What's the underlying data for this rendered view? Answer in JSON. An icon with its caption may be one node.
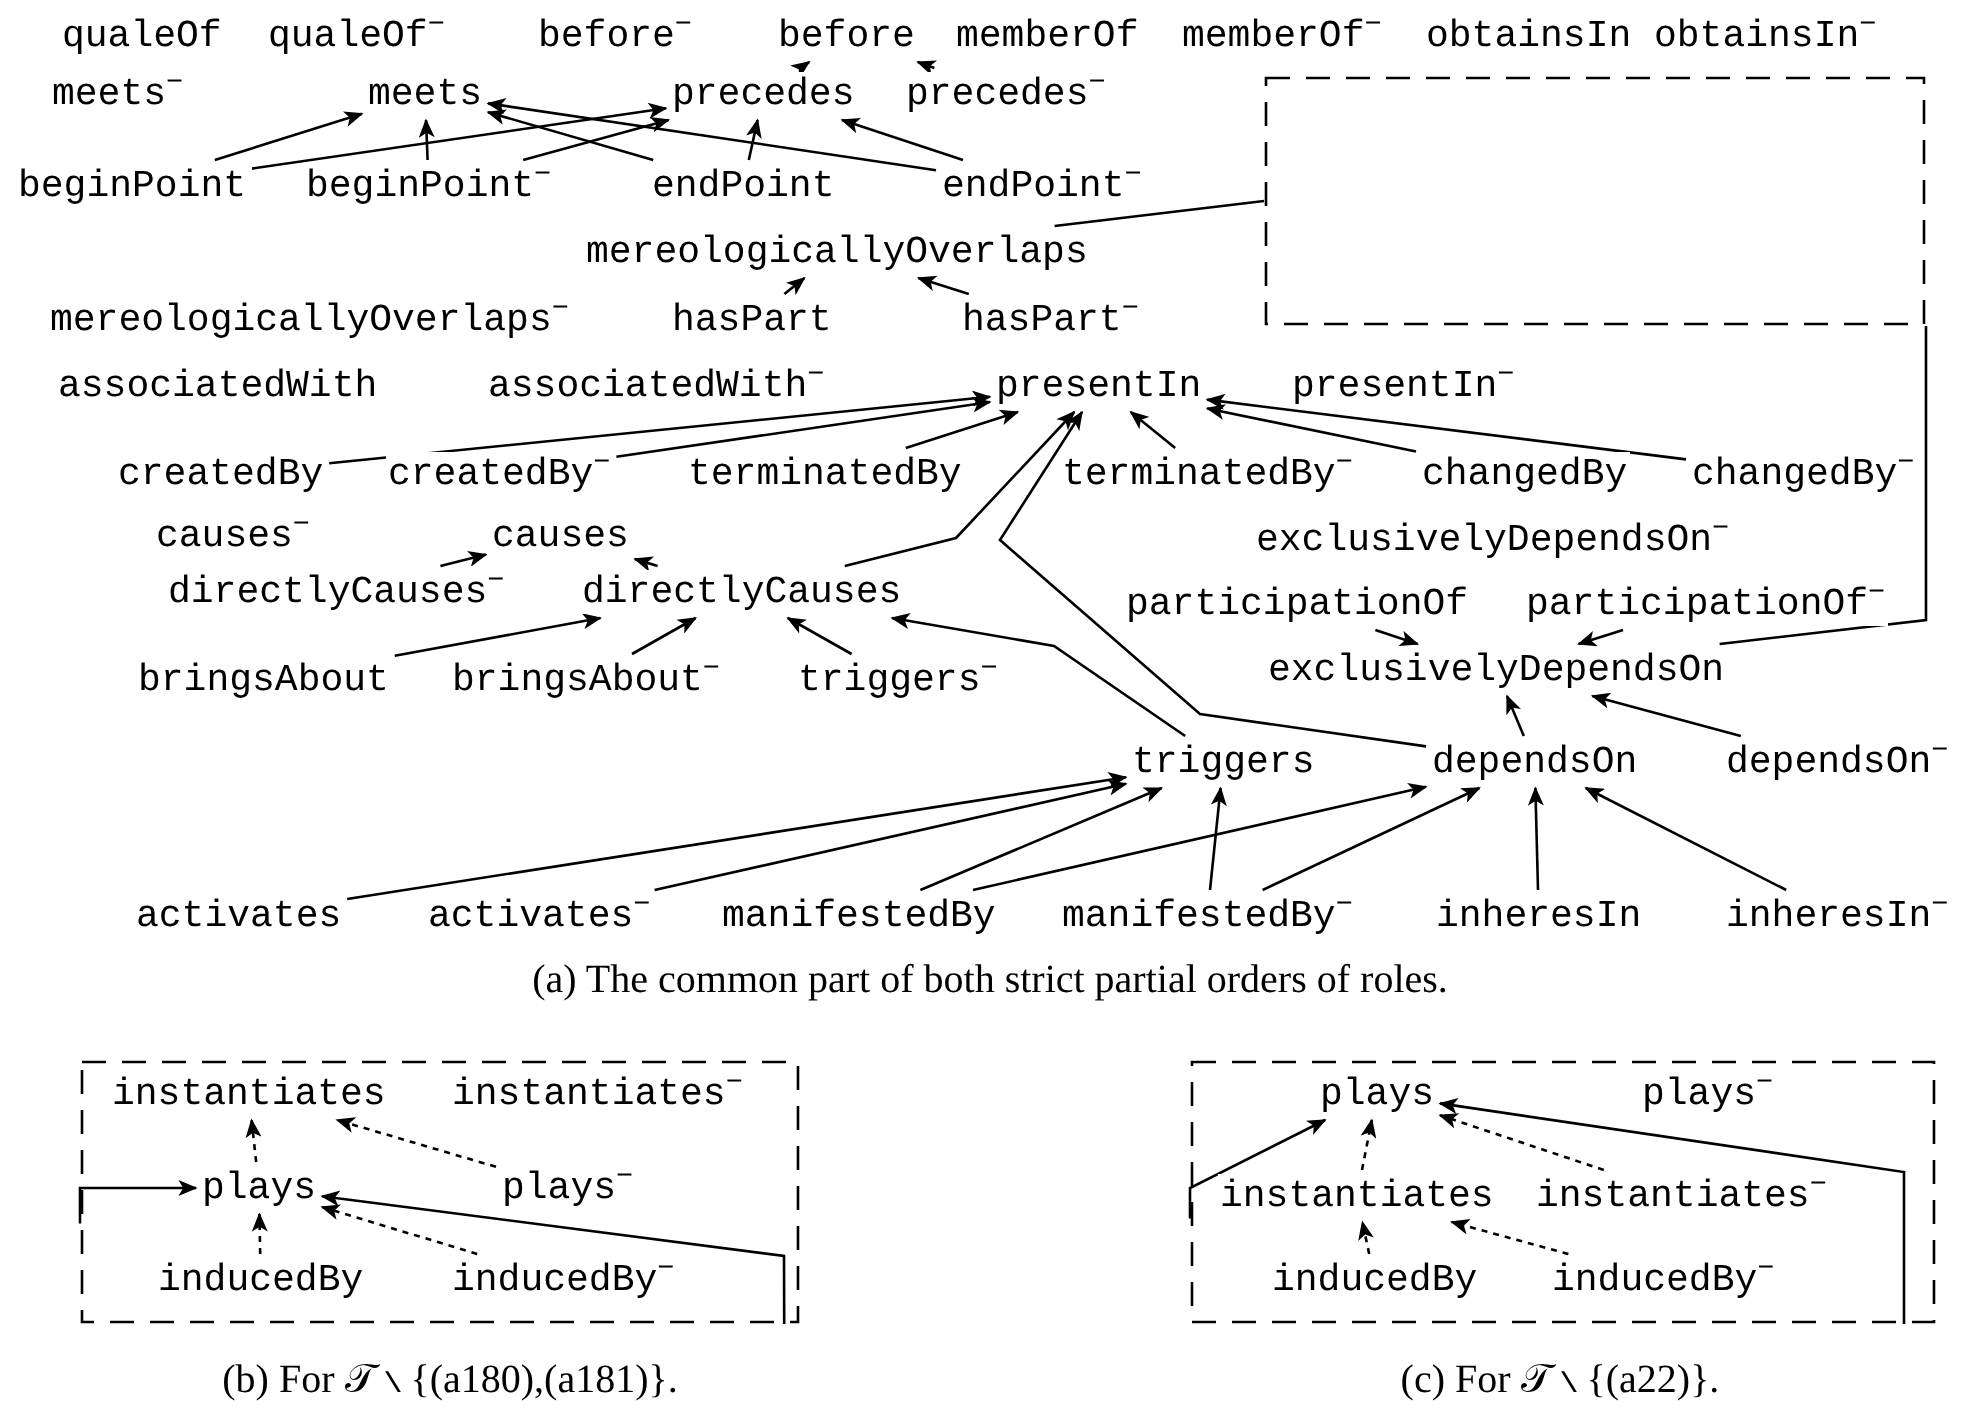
{
  "diagram": {
    "nodes": [
      {
        "text": [
          "qualeOf"
        ]
      },
      {
        "text": [
          "qualeOf$^{−}$"
        ]
      },
      {
        "text": [
          "before$^{−}$"
        ]
      },
      {
        "text": [
          "before"
        ]
      },
      {
        "text": [
          "memberOf"
        ]
      },
      {
        "text": [
          "memberOf$^{−}$"
        ]
      },
      {
        "text": [
          "obtainsIn"
        ]
      },
      {
        "text": [
          "obtainsIn$^{−}$"
        ]
      },
      {
        "text": [
          "meets$^{−}$"
        ]
      },
      {
        "text": [
          "meets"
        ]
      },
      {
        "text": [
          "precedes"
        ]
      },
      {
        "text": [
          "precedes$^{−}$"
        ]
      },
      {
        "text": [
          "beginPoint"
        ]
      },
      {
        "text": [
          "beginPoint$^{−}$"
        ]
      },
      {
        "text": [
          "endPoint"
        ]
      },
      {
        "text": [
          "endPoint$^{−}$"
        ]
      },
      {
        "text": [
          "mereologicallyOverlaps"
        ]
      },
      {
        "text": [
          "mereologicallyOverlaps$^{−}$"
        ]
      },
      {
        "text": [
          "hasPart"
        ]
      },
      {
        "text": [
          "hasPart$^{−}$"
        ]
      },
      {
        "text": [
          "associatedWith"
        ]
      },
      {
        "text": [
          "associatedWith$^{−}$"
        ]
      },
      {
        "text": [
          "presentIn"
        ]
      },
      {
        "text": [
          "presentIn$^{−}$"
        ]
      },
      {
        "text": [
          "createdBy"
        ]
      },
      {
        "text": [
          "createdBy$^{−}$"
        ]
      },
      {
        "text": [
          "terminatedBy"
        ]
      },
      {
        "text": [
          "terminatedBy$^{−}$"
        ]
      },
      {
        "text": [
          "changedBy"
        ]
      },
      {
        "text": [
          "changedBy$^{−}$"
        ]
      },
      {
        "text": [
          "causes$^{−}$"
        ]
      },
      {
        "text": [
          "causes"
        ]
      },
      {
        "text": [
          "exclusivelyDependsOn$^{−}$"
        ]
      },
      {
        "text": [
          "directlyCauses$^{−}$"
        ]
      },
      {
        "text": [
          "directlyCauses"
        ]
      },
      {
        "text": [
          "participationOf"
        ]
      },
      {
        "text": [
          "participationOf$^{−}$"
        ]
      },
      {
        "text": [
          "exclusivelyDependsOn"
        ]
      },
      {
        "text": [
          "bringsAbout"
        ]
      },
      {
        "text": [
          "bringsAbout$^{−}$"
        ]
      },
      {
        "text": [
          "triggers$^{−}$"
        ]
      },
      {
        "text": [
          "triggers"
        ]
      },
      {
        "text": [
          "dependsOn"
        ]
      },
      {
        "text": [
          "dependsOn$^{−}$"
        ]
      },
      {
        "text": [
          "activates"
        ]
      },
      {
        "text": [
          "activates$^{−}$"
        ]
      },
      {
        "text": [
          "manifestedBy"
        ]
      },
      {
        "text": [
          "manifestedBy$^{−}$"
        ]
      },
      {
        "text": [
          "inheresIn"
        ]
      },
      {
        "text": [
          "inheresIn$^{−}$"
        ]
      },
      {
        "text": [],
        "shape": "box"
      },
      {
        "text": [],
        "shape": "box"
      },
      {
        "text": [
          "instantiates"
        ],
        "in": 51
      },
      {
        "text": [
          "instantiates$^{−}$"
        ],
        "in": 51
      },
      {
        "text": [
          "plays"
        ],
        "in": 51
      },
      {
        "text": [
          "plays$^{−}$"
        ],
        "in": 51
      },
      {
        "text": [
          "inducedBy"
        ],
        "in": 51
      },
      {
        "text": [
          "inducedBy$^{−}$"
        ],
        "in": 51
      },
      {
        "text": [],
        "shape": "box"
      },
      {
        "text": [
          "plays"
        ],
        "in": 58
      },
      {
        "text": [
          "plays$^{−}$"
        ],
        "in": 58
      },
      {
        "text": [
          "instantiates"
        ],
        "in": 58
      },
      {
        "text": [
          "instantiates$^{−}$"
        ],
        "in": 58
      },
      {
        "text": [
          "inducedBy"
        ],
        "in": 58
      },
      {
        "text": [
          "inducedBy$^{−}$"
        ],
        "in": 58
      }
    ],
    "edges": [
      {
        "from": 10,
        "to": 3,
        "arrow": "to"
      },
      {
        "from": 11,
        "to": 3,
        "arrow": "to"
      },
      {
        "from": 12,
        "to": 9,
        "arrow": "to"
      },
      {
        "from": 12,
        "to": 10,
        "arrow": "to"
      },
      {
        "from": 13,
        "to": 9,
        "arrow": "to"
      },
      {
        "from": 13,
        "to": 10,
        "arrow": "to"
      },
      {
        "from": 14,
        "to": 9,
        "arrow": "to"
      },
      {
        "from": 14,
        "to": 10,
        "arrow": "to"
      },
      {
        "from": 15,
        "to": 9,
        "arrow": "to"
      },
      {
        "from": 15,
        "to": 10,
        "arrow": "to"
      },
      {
        "from": 18,
        "to": 16,
        "arrow": "to"
      },
      {
        "from": 19,
        "to": 16,
        "arrow": "to"
      },
      {
        "from": 16,
        "to": 50,
        "arrow": "none"
      },
      {
        "from": 24,
        "to": 22,
        "arrow": "to"
      },
      {
        "from": 25,
        "to": 22,
        "arrow": "to"
      },
      {
        "from": 26,
        "to": 22,
        "arrow": "to"
      },
      {
        "from": 27,
        "to": 22,
        "arrow": "to"
      },
      {
        "from": 28,
        "to": 22,
        "arrow": "to"
      },
      {
        "from": 29,
        "to": 22,
        "arrow": "to"
      },
      {
        "from": 34,
        "to": 22,
        "arrow": "to"
      },
      {
        "from": 42,
        "to": 22,
        "arrow": "to"
      },
      {
        "from": 33,
        "to": 31,
        "arrow": "to"
      },
      {
        "from": 34,
        "to": 31,
        "arrow": "to"
      },
      {
        "from": 38,
        "to": 34,
        "arrow": "to"
      },
      {
        "from": 39,
        "to": 34,
        "arrow": "to"
      },
      {
        "from": 40,
        "to": 34,
        "arrow": "to"
      },
      {
        "from": 41,
        "to": 34,
        "arrow": "to"
      },
      {
        "from": 35,
        "to": 37,
        "arrow": "to"
      },
      {
        "from": 36,
        "to": 37,
        "arrow": "to"
      },
      {
        "from": 42,
        "to": 37,
        "arrow": "to"
      },
      {
        "from": 43,
        "to": 37,
        "arrow": "to"
      },
      {
        "from": 37,
        "to": 50,
        "arrow": "none"
      },
      {
        "from": 44,
        "to": 41,
        "arrow": "to"
      },
      {
        "from": 45,
        "to": 41,
        "arrow": "to"
      },
      {
        "from": 46,
        "to": 41,
        "arrow": "to"
      },
      {
        "from": 47,
        "to": 41,
        "arrow": "to"
      },
      {
        "from": 46,
        "to": 42,
        "arrow": "to"
      },
      {
        "from": 47,
        "to": 42,
        "arrow": "to"
      },
      {
        "from": 48,
        "to": 42,
        "arrow": "to"
      },
      {
        "from": 49,
        "to": 42,
        "arrow": "to"
      },
      {
        "from": 54,
        "to": 52,
        "arrow": "to",
        "style": "dashed"
      },
      {
        "from": 55,
        "to": 52,
        "arrow": "to",
        "style": "dashed"
      },
      {
        "from": 56,
        "to": 54,
        "arrow": "to",
        "style": "dashed"
      },
      {
        "from": 57,
        "to": 54,
        "arrow": "to",
        "style": "dashed"
      },
      {
        "from": 51,
        "to": 54,
        "arrow": "to"
      },
      {
        "from": 51,
        "to": 54,
        "arrow": "to"
      },
      {
        "from": 61,
        "to": 59,
        "arrow": "to",
        "style": "dashed"
      },
      {
        "from": 62,
        "to": 59,
        "arrow": "to",
        "style": "dashed"
      },
      {
        "from": 63,
        "to": 61,
        "arrow": "to",
        "style": "dashed"
      },
      {
        "from": 64,
        "to": 61,
        "arrow": "to",
        "style": "dashed"
      },
      {
        "from": 58,
        "to": 59,
        "arrow": "to"
      },
      {
        "from": 58,
        "to": 59,
        "arrow": "to"
      }
    ],
    "labels": [
      "(a) The common part of both strict partial orders of roles.",
      "(b) For 𝒯 ∖ {(a180),(a181)}.",
      "(c) For 𝒯 ∖ {(a22)}."
    ]
  }
}
